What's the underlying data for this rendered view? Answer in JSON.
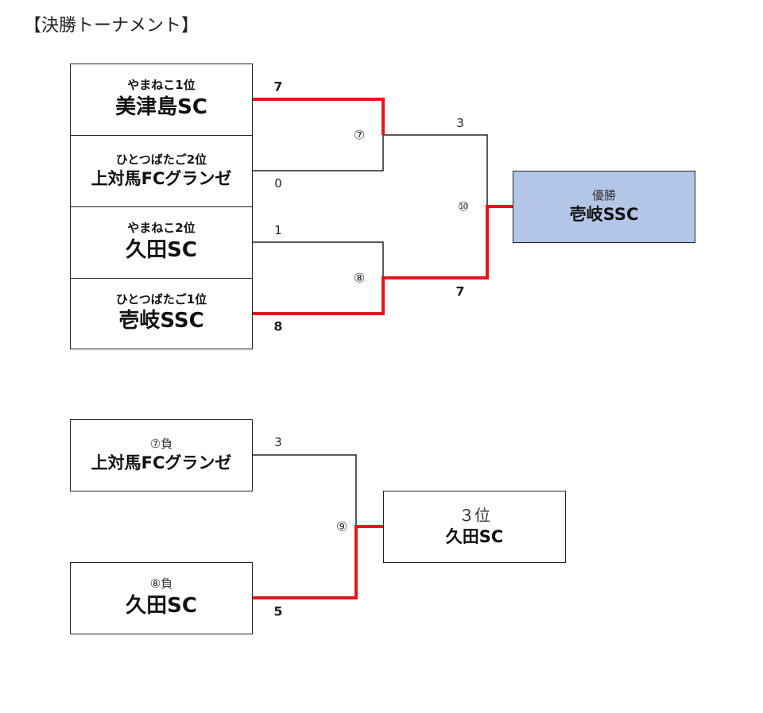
{
  "title": "【決勝トーナメント】",
  "teams": [
    {
      "seed": "やまねこ1位",
      "name": "美津島SC"
    },
    {
      "seed": "ひとつばたご2位",
      "name": "上対馬FCグランゼ"
    },
    {
      "seed": "やまねこ2位",
      "name": "久田SC"
    },
    {
      "seed": "ひとつばたご1位",
      "name": "壱岐SSC"
    }
  ],
  "champion": {
    "label": "優勝",
    "name": "壱岐SSC"
  },
  "third_bracket": [
    {
      "seed": "⑦負",
      "name": "上対馬FCグランゼ"
    },
    {
      "seed": "⑧負",
      "name": "久田SC"
    }
  ],
  "third_place": {
    "label": "３位",
    "name": "久田SC"
  },
  "match_numbers": {
    "m7": "⑦",
    "m8": "⑧",
    "m9": "⑨",
    "m10": "⑩"
  },
  "scores": {
    "m7_top": "7",
    "m7_bottom": "0",
    "m8_top": "1",
    "m8_bottom": "8",
    "m10_top": "3",
    "m10_bottom": "7",
    "m9_top": "3",
    "m9_bottom": "5"
  },
  "colors": {
    "win_line": "#e8141b",
    "line": "#222222",
    "champion_fill": "#b4c6e7"
  }
}
